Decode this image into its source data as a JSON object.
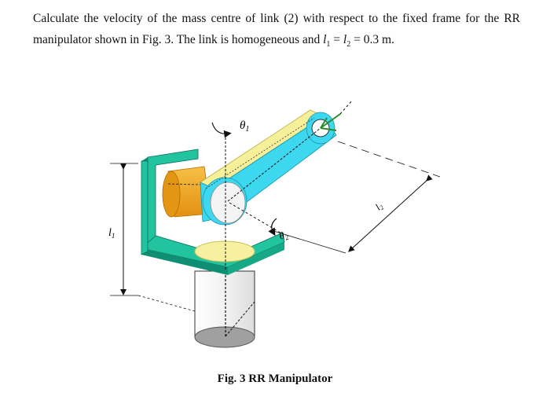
{
  "problem": {
    "line1": "Calculate the velocity of the mass centre of link (2) with respect to the fixed frame for the RR",
    "line2_prefix": "manipulator shown in Fig. 3. The link is homogeneous and ",
    "eq_l": "l",
    "eq_sub1": "1",
    "eq_equals": " = ",
    "eq_sub2": "2",
    "eq_value": " = 0.3 m."
  },
  "figure": {
    "label_theta1": "θ",
    "label_theta1_sub": "1",
    "label_theta2": "θ",
    "label_theta2_sub": "2",
    "label_l1": "l",
    "label_l1_sub": "1",
    "label_l2": "l",
    "label_l2_sub": "2",
    "caption": "Fig. 3 RR Manipulator",
    "colors": {
      "frame_green": "#22c4a0",
      "frame_green_dark": "#0e8f73",
      "link_cyan": "#3dd8f0",
      "link_yellow": "#f7f09a",
      "cylinder_orange": "#f3a51a",
      "ellipse_yellow": "#f6f0a0",
      "base_grey": "#9a9a9a"
    }
  }
}
